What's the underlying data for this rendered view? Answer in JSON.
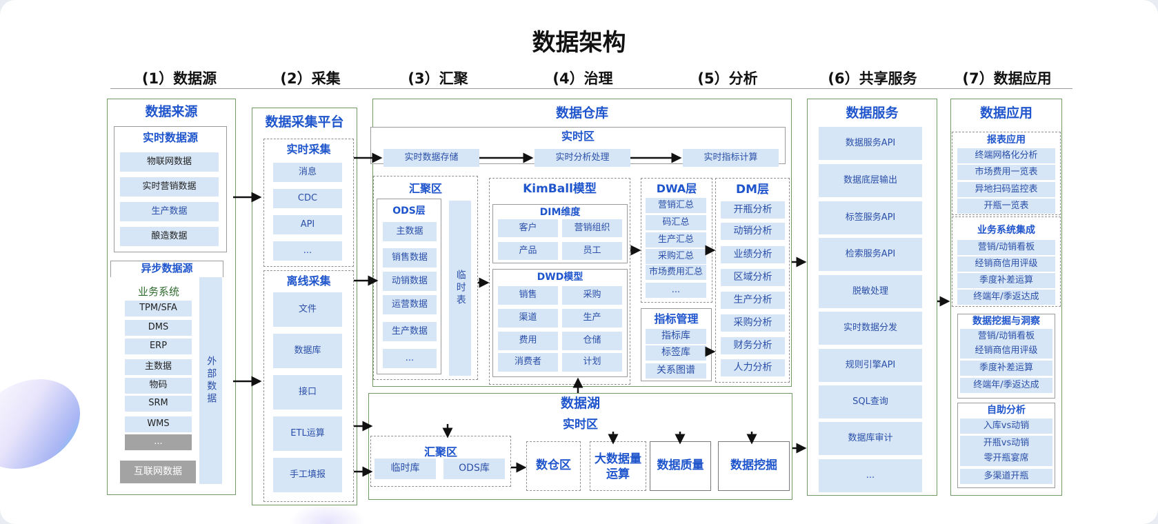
{
  "title": "数据架构",
  "stages": [
    "(1）数据源",
    "(2）采集",
    "(3）汇聚",
    "(4）治理",
    "(5）分析",
    "(6）共享服务",
    "(7）数据应用"
  ],
  "source": {
    "title": "数据来源",
    "realtime": {
      "title": "实时数据源",
      "items": [
        "物联网数据",
        "实时营销数据",
        "生产数据",
        "酿造数据"
      ]
    },
    "async": {
      "title": "异步数据源",
      "business_label": "业务系统",
      "items": [
        "TPM/SFA",
        "DMS",
        "ERP",
        "主数据",
        "物码",
        "SRM",
        "WMS",
        "..."
      ],
      "internet": "互联网数据",
      "external": "外部数据"
    }
  },
  "collect": {
    "title": "数据采集平台",
    "realtime": {
      "title": "实时采集",
      "items": [
        "消息",
        "CDC",
        "API",
        "..."
      ]
    },
    "offline": {
      "title": "离线采集",
      "items": [
        "文件",
        "数据库",
        "接口",
        "ETL运算",
        "手工填报"
      ]
    }
  },
  "warehouse": {
    "title": "数据仓库",
    "rt_title": "实时区",
    "rt_items": [
      "实时数据存储",
      "实时分析处理",
      "实时指标计算"
    ],
    "agg_title": "汇聚区",
    "ods_title": "ODS层",
    "ods_items": [
      "主数据",
      "销售数据",
      "动销数据",
      "运营数据",
      "生产数据",
      "..."
    ],
    "temp_table": "临时表",
    "kimball_title": "KimBall模型",
    "dim_title": "DIM维度",
    "dim_items": [
      "客户",
      "营销组织",
      "产品",
      "员工"
    ],
    "dwd_title": "DWD模型",
    "dwd_items": [
      "销售",
      "采购",
      "渠道",
      "生产",
      "费用",
      "仓储",
      "消费者",
      "计划"
    ],
    "dwa_title": "DWA层",
    "dwa_items": [
      "营销汇总",
      "码汇总",
      "生产汇总",
      "采购汇总",
      "市场费用汇总",
      "..."
    ],
    "metric_title": "指标管理",
    "metric_items": [
      "指标库",
      "标签库",
      "关系图谱"
    ],
    "dm_title": "DM层",
    "dm_items": [
      "开瓶分析",
      "动销分析",
      "业绩分析",
      "区域分析",
      "生产分析",
      "采购分析",
      "财务分析",
      "人力分析"
    ]
  },
  "lake": {
    "title": "数据湖",
    "rt_title": "实时区",
    "agg_title": "汇聚区",
    "agg_items": [
      "临时库",
      "ODS库"
    ],
    "boxes": [
      "数仓区",
      "大数据量运算",
      "数据质量",
      "数据挖掘"
    ]
  },
  "service": {
    "title": "数据服务",
    "items": [
      "数据服务API",
      "数据底层输出",
      "标签服务API",
      "检索服务API",
      "脱敏处理",
      "实时数据分发",
      "规则引擎API",
      "SQL查询",
      "数据库审计",
      "..."
    ]
  },
  "apps": {
    "title": "数据应用",
    "groups": [
      {
        "title": "报表应用",
        "items": [
          "终端网格化分析",
          "市场费用一览表",
          "异地扫码监控表",
          "开瓶一览表"
        ]
      },
      {
        "title": "业务系统集成",
        "items": [
          "营销/动销看板",
          "经销商信用评级",
          "季度补差运算",
          "终端年/季返达成"
        ]
      },
      {
        "title": "数据挖掘与洞察",
        "items": [
          "营销/动销看板",
          "经销商信用评级",
          "季度补差运算",
          "终端年/季返达成"
        ]
      },
      {
        "title": "自助分析",
        "items": [
          "入库vs动销",
          "开瓶vs动销",
          "零开瓶宴席",
          "多渠道开瓶"
        ]
      }
    ]
  },
  "colors": {
    "panel_border": "#6f9a63",
    "cell_fill": "#d6e6f7",
    "heading_blue": "#1f55cc",
    "cell_text": "#2b4fa8",
    "grey_box": "#a3a3a3"
  }
}
